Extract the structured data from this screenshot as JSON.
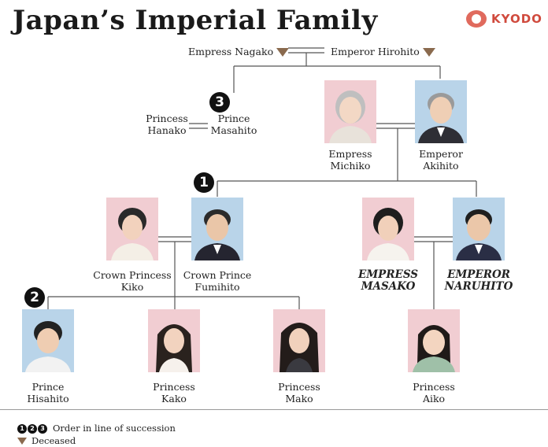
{
  "title": "Japan’s Imperial Family",
  "logo": {
    "text": "KYODO"
  },
  "people": {
    "empress_nagako": "Empress Nagako",
    "emperor_hirohito": "Emperor Hirohito",
    "princess_hanako": [
      "Princess",
      "Hanako"
    ],
    "prince_masahito": [
      "Prince",
      "Masahito"
    ],
    "empress_michiko": [
      "Empress",
      "Michiko"
    ],
    "emperor_akihito": [
      "Emperor",
      "Akihito"
    ],
    "crown_princess_kiko": [
      "Crown Princess",
      "Kiko"
    ],
    "crown_prince_fumihito": [
      "Crown Prince",
      "Fumihito"
    ],
    "empress_masako": [
      "EMPRESS",
      "MASAKO"
    ],
    "emperor_naruhito": [
      "EMPEROR",
      "NARUHITO"
    ],
    "prince_hisahito": [
      "Prince",
      "Hisahito"
    ],
    "princess_kako": [
      "Princess",
      "Kako"
    ],
    "princess_mako": [
      "Princess",
      "Mako"
    ],
    "princess_aiko": [
      "Princess",
      "Aiko"
    ]
  },
  "succession": {
    "first": "1",
    "second": "2",
    "third": "3"
  },
  "legend": {
    "succession_label": "Order in line of succession",
    "deceased_label": "Deceased",
    "numbers": [
      "1",
      "2",
      "3"
    ]
  },
  "colors": {
    "female_bg": "#f1cdd2",
    "male_bg": "#b9d4e9",
    "deceased_marker": "#8a6a4e",
    "logo": "#d04a3d"
  },
  "icons": {
    "deceased": "down-triangle-icon",
    "portrait": "person-portrait-icon"
  }
}
